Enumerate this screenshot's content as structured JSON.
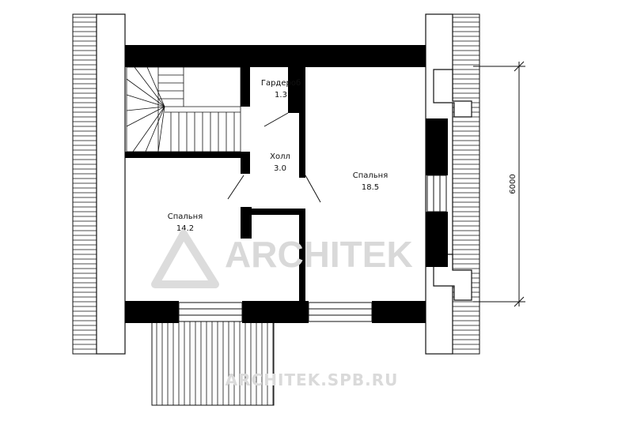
{
  "rooms": [
    {
      "name": "Гардероб",
      "area": "1.3"
    },
    {
      "name": "Холл",
      "area": "3.0"
    },
    {
      "name": "Спальня",
      "area": "18.5"
    },
    {
      "name": "Спальня",
      "area": "14.2"
    }
  ],
  "dimension": "6000",
  "watermark": {
    "brand": "ARCHITEK",
    "url": "ARCHITEK.SPB.RU"
  },
  "colors": {
    "wall": "#000000",
    "line": "#111111",
    "watermark": "#d9d9d9"
  }
}
